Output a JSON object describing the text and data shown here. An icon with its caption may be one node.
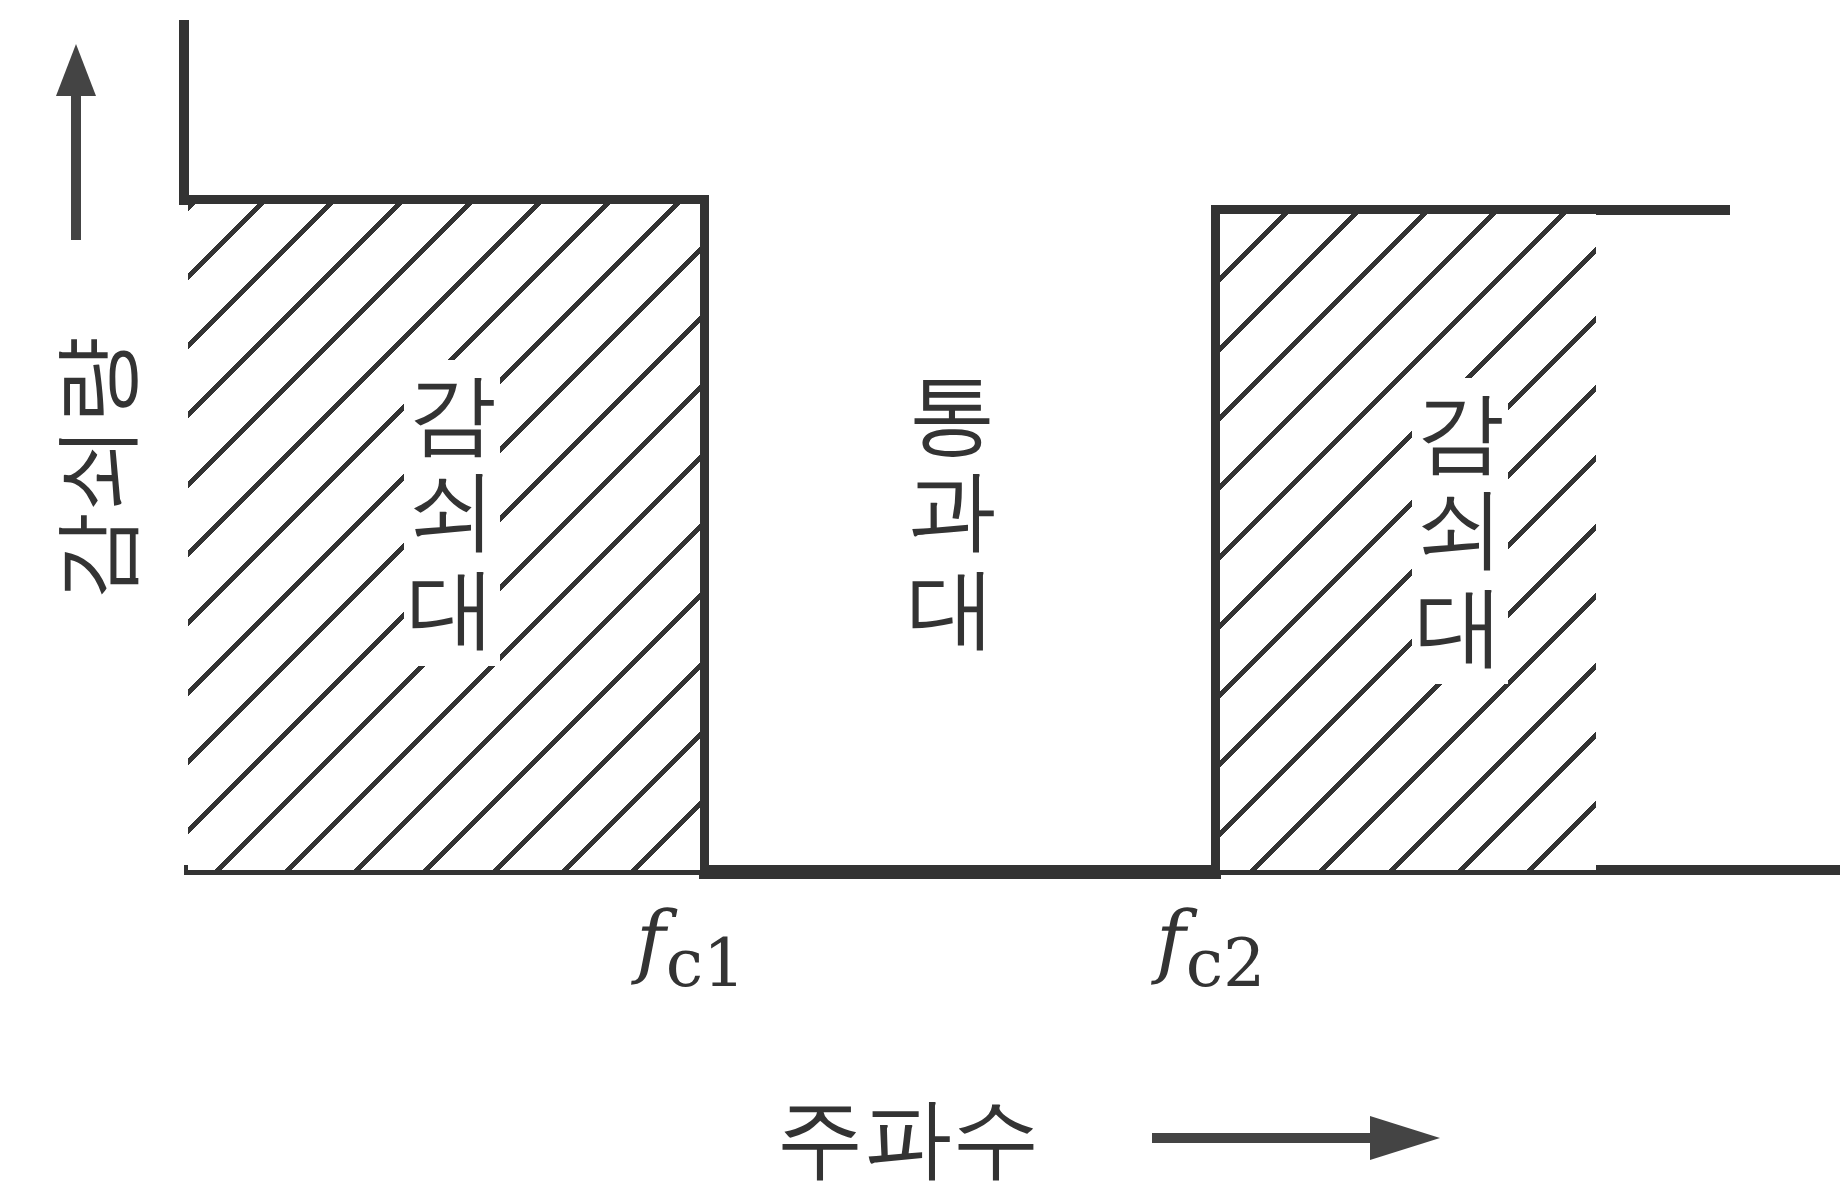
{
  "diagram": {
    "nodes": [
      {
        "text": [
          "감쇠대"
        ]
      },
      {
        "text": [
          "감쇠대"
        ]
      }
    ],
    "labels": [
      "감쇠량",
      "통과대",
      "*f*$_{c1}$",
      "*f*$_{c2}$",
      "주파수"
    ]
  }
}
